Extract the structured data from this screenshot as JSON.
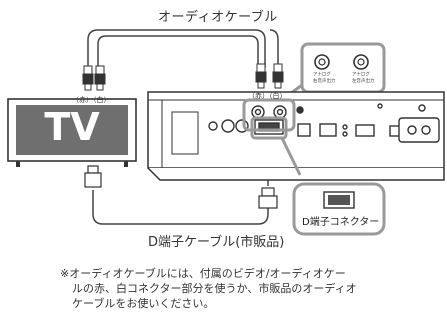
{
  "labels": {
    "audio_cable": "オーディオケーブル",
    "red_white_left": "（赤）（白）",
    "red_white_right": "（赤）（白）",
    "tv": "TV",
    "d_connector": "D端子コネクター",
    "d_cable": "D端子ケーブル(市販品)",
    "analog_right": "アナログ\n右音声出力",
    "analog_left": "アナログ\n左音声出力"
  },
  "note": {
    "line1": "※オーディオケーブルには、付属のビデオ/オーディオケー",
    "line2": "ルの赤、白コネクター部分を使うか、市販品のオーディオ",
    "line3": "ケーブルをお使いください。"
  },
  "colors": {
    "line": "#444444",
    "highlight_ring": "#9a9a9a",
    "tv_screen": "#6f6f6f",
    "tv_text": "#ffffff"
  }
}
